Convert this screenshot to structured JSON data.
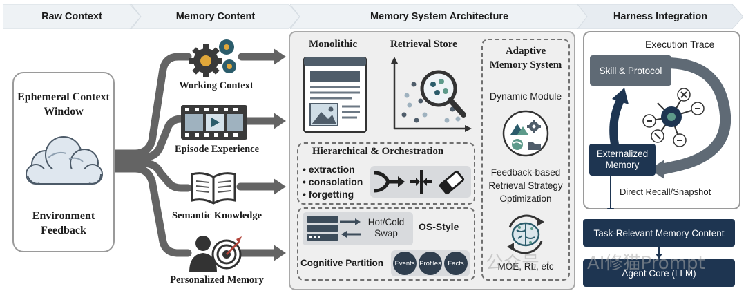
{
  "headers": {
    "raw_context": "Raw Context",
    "memory_content": "Memory Content",
    "architecture": "Memory System Architecture",
    "harness": "Harness Integration"
  },
  "raw_context": {
    "title": "Ephemeral Context Window",
    "bottom": "Environment Feedback"
  },
  "memory_content": {
    "items": [
      {
        "label": "Working Context",
        "icon": "gears-icon"
      },
      {
        "label": "Episode Experience",
        "icon": "film-strip-icon"
      },
      {
        "label": "Semantic Knowledge",
        "icon": "open-book-icon"
      },
      {
        "label": "Personalized Memory",
        "icon": "person-target-icon"
      }
    ]
  },
  "architecture": {
    "monolithic": "Monolithic",
    "retrieval": "Retrieval Store",
    "hierarchical": {
      "title": "Hierarchical & Orchestration",
      "bullets": [
        "extraction",
        "consolation",
        "forgetting"
      ]
    },
    "os": {
      "swap": "Hot/Cold Swap",
      "title": "OS-Style",
      "cognitive": "Cognitive Partition",
      "chips": [
        "Events",
        "Profiles",
        "Facts"
      ]
    },
    "adaptive": {
      "title": "Adaptive Memory System",
      "dynamic": "Dynamic Module",
      "feedback": "Feedback-based Retrieval Strategy Optimization",
      "moe": "MOE, RL, etc"
    }
  },
  "harness": {
    "trace": "Execution Trace",
    "skill": "Skill & Protocol",
    "externalized": "Externalized Memory",
    "recall": "Direct Recall/Snapshot",
    "task": "Task-Relevant Memory Content",
    "core": "Agent Core (LLM)"
  },
  "watermark": {
    "part1": "公众号 ·",
    "part2": "AI修猫Prompt"
  },
  "colors": {
    "dark_navy": "#1e3551",
    "slate": "#5f6a75",
    "arrow_gray": "#646464",
    "panel_gray": "#efefef"
  }
}
